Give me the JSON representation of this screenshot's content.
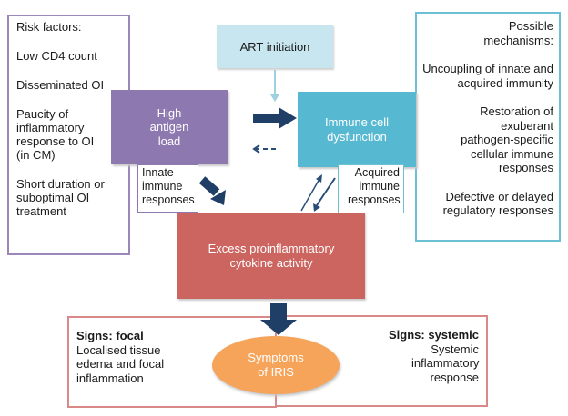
{
  "risk_factors": {
    "title": "Risk factors:",
    "items": [
      "Low CD4 count",
      "Disseminated OI",
      "Paucity of inflammatory response to OI (in CM)",
      "Short duration or suboptimal OI treatment"
    ]
  },
  "mechanisms": {
    "title": "Possible mechanisms:",
    "items": [
      "Uncoupling of innate and acquired immunity",
      "Restoration of exuberant pathogen-specific cellular immune responses",
      "Defective or delayed regulatory responses"
    ]
  },
  "nodes": {
    "art": "ART initiation",
    "antigen": "High antigen load",
    "immune": "Immune cell dysfunction",
    "innate": "Innate immune responses",
    "acquired": "Acquired immune responses",
    "cytokine": "Excess proinflammatory cytokine activity",
    "iris": "Symptoms of IRIS"
  },
  "signs": {
    "focal_title": "Signs: focal",
    "focal_text": "Localised tissue edema and focal inflammation",
    "systemic_title": "Signs: systemic",
    "systemic_text": "Systemic inflammatory response"
  },
  "colors": {
    "arrow": "#1f3f66",
    "antigen": "#8e78b0",
    "immune": "#57b9d1",
    "cytokine": "#cc6460",
    "iris": "#f5a45a",
    "art": "#c7e6f0"
  }
}
